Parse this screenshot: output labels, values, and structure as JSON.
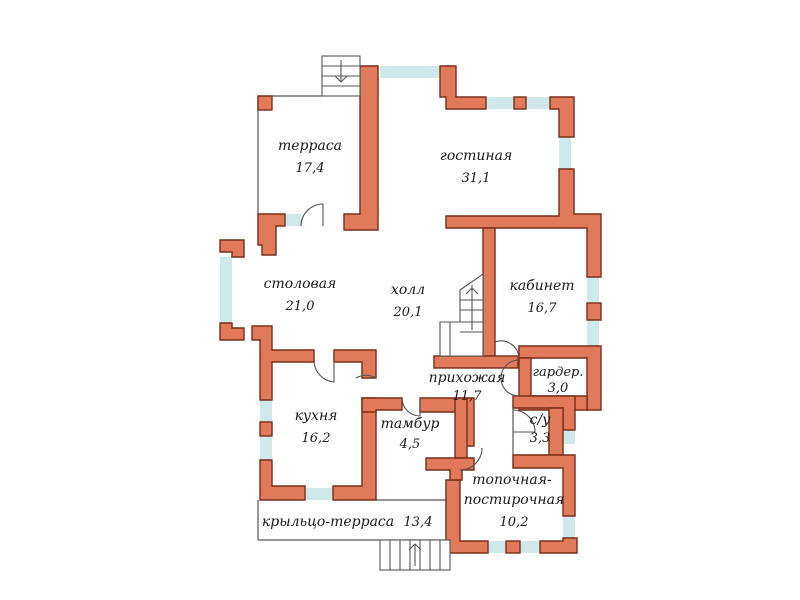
{
  "plan": {
    "rooms": [
      {
        "id": "terrace",
        "name": "терраса",
        "area": "17,4"
      },
      {
        "id": "living",
        "name": "гостиная",
        "area": "31,1"
      },
      {
        "id": "dining",
        "name": "столовая",
        "area": "21,0"
      },
      {
        "id": "hall",
        "name": "холл",
        "area": "20,1"
      },
      {
        "id": "study",
        "name": "кабинет",
        "area": "16,7"
      },
      {
        "id": "wardrobe",
        "name": "гардер.",
        "area": "3,0"
      },
      {
        "id": "entry",
        "name": "прихожая",
        "area": "11,7"
      },
      {
        "id": "kitchen",
        "name": "кухня",
        "area": "16,2"
      },
      {
        "id": "vestibule",
        "name": "тамбур",
        "area": "4,5"
      },
      {
        "id": "wc",
        "name": "с/у",
        "area": "3,3"
      },
      {
        "id": "boiler",
        "name_line1": "топочная-",
        "name_line2": "постирочная",
        "area": "10,2"
      },
      {
        "id": "porch",
        "name": "крыльцо-терраса",
        "area": "13,4"
      }
    ],
    "colors": {
      "wall_fill": "#e07a5a",
      "wall_stroke": "#7a2e17",
      "window": "#cfe8ea",
      "line": "#555555"
    }
  }
}
